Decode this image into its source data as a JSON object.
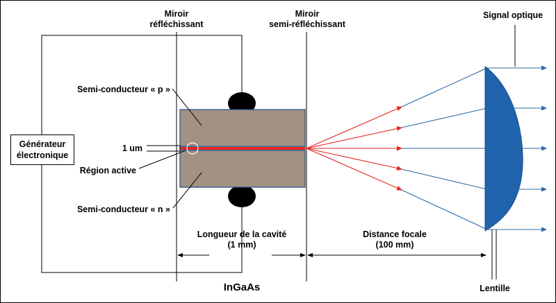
{
  "labels": {
    "miroir_reflechissant": [
      "Miroir",
      "réfléchissant"
    ],
    "miroir_semi_reflechissant": [
      "Miroir",
      "semi-réfléchissant"
    ],
    "signal_optique": "Signal optique",
    "semi_p": "Semi-conducteur « p »",
    "semi_n": "Semi-conducteur « n »",
    "un_um": "1 um",
    "region_active": "Région active",
    "generateur": [
      "Générateur",
      "électronique"
    ],
    "longueur_cavite": [
      "Longueur de la cavité",
      "(1 mm)"
    ],
    "distance_focale": [
      "Distance focale",
      "(100 mm)"
    ],
    "materiau": "InGaAs",
    "lentille": "Lentille"
  },
  "colors": {
    "semiconductor": "#a39181",
    "active_region": "#e8231f",
    "beam_red": "#e8231f",
    "beam_blue": "#2e6aa3",
    "lens": "#1f63ad",
    "outline": "#1f4e8c",
    "contact": "#000000"
  }
}
